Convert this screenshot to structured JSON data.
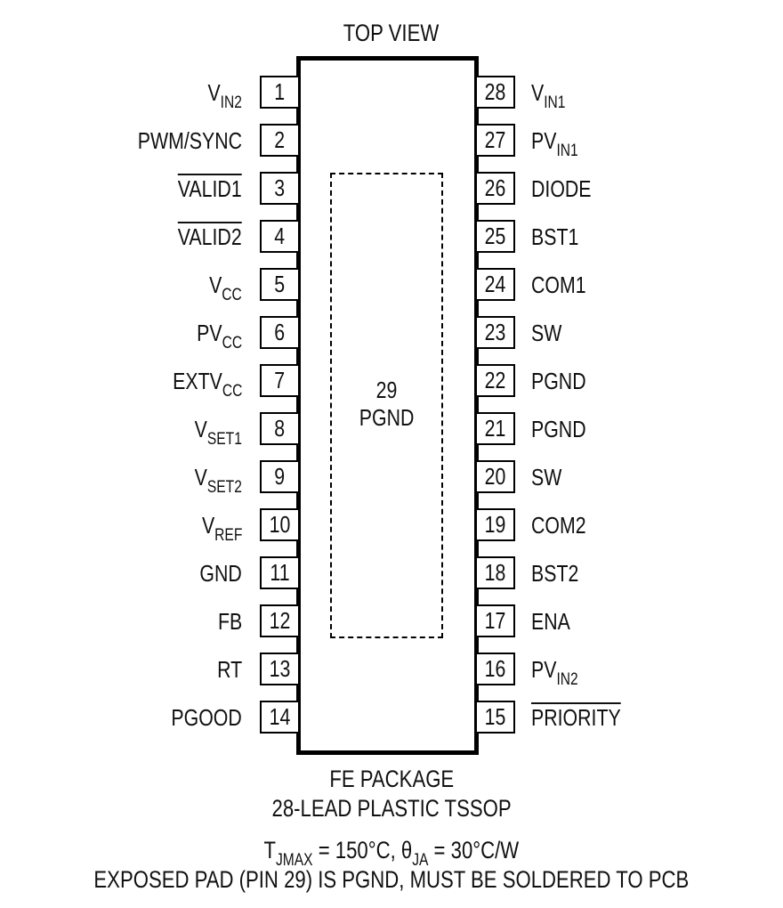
{
  "title": "TOP VIEW",
  "exposed_pad": {
    "number": "29",
    "name": "PGND"
  },
  "pins_left": [
    {
      "num": "1",
      "name": "V",
      "sub": "IN2",
      "overline": false
    },
    {
      "num": "2",
      "name": "PWM/SYNC",
      "sub": "",
      "overline": false
    },
    {
      "num": "3",
      "name": "VALID1",
      "sub": "",
      "overline": true
    },
    {
      "num": "4",
      "name": "VALID2",
      "sub": "",
      "overline": true
    },
    {
      "num": "5",
      "name": "V",
      "sub": "CC",
      "overline": false
    },
    {
      "num": "6",
      "name": "PV",
      "sub": "CC",
      "overline": false
    },
    {
      "num": "7",
      "name": "EXTV",
      "sub": "CC",
      "overline": false
    },
    {
      "num": "8",
      "name": "V",
      "sub": "SET1",
      "overline": false
    },
    {
      "num": "9",
      "name": "V",
      "sub": "SET2",
      "overline": false
    },
    {
      "num": "10",
      "name": "V",
      "sub": "REF",
      "overline": false
    },
    {
      "num": "11",
      "name": "GND",
      "sub": "",
      "overline": false
    },
    {
      "num": "12",
      "name": "FB",
      "sub": "",
      "overline": false
    },
    {
      "num": "13",
      "name": "RT",
      "sub": "",
      "overline": false
    },
    {
      "num": "14",
      "name": "PGOOD",
      "sub": "",
      "overline": false
    }
  ],
  "pins_right": [
    {
      "num": "28",
      "name": "V",
      "sub": "IN1",
      "overline": false
    },
    {
      "num": "27",
      "name": "PV",
      "sub": "IN1",
      "overline": false
    },
    {
      "num": "26",
      "name": "DIODE",
      "sub": "",
      "overline": false
    },
    {
      "num": "25",
      "name": "BST1",
      "sub": "",
      "overline": false
    },
    {
      "num": "24",
      "name": "COM1",
      "sub": "",
      "overline": false
    },
    {
      "num": "23",
      "name": "SW",
      "sub": "",
      "overline": false
    },
    {
      "num": "22",
      "name": "PGND",
      "sub": "",
      "overline": false
    },
    {
      "num": "21",
      "name": "PGND",
      "sub": "",
      "overline": false
    },
    {
      "num": "20",
      "name": "SW",
      "sub": "",
      "overline": false
    },
    {
      "num": "19",
      "name": "COM2",
      "sub": "",
      "overline": false
    },
    {
      "num": "18",
      "name": "BST2",
      "sub": "",
      "overline": false
    },
    {
      "num": "17",
      "name": "ENA",
      "sub": "",
      "overline": false
    },
    {
      "num": "16",
      "name": "PV",
      "sub": "IN2",
      "overline": false
    },
    {
      "num": "15",
      "name": "PRIORITY",
      "sub": "",
      "overline": true
    }
  ],
  "footer": {
    "package": "FE PACKAGE",
    "package_desc": "28-LEAD PLASTIC TSSOP",
    "thermal": {
      "t": "T",
      "t_sub": "JMAX",
      "t_val": " = 150°C, ",
      "theta": "θ",
      "theta_sub": "JA",
      "theta_val": " = 30°C/W"
    },
    "note": "EXPOSED PAD (PIN 29) IS PGND, MUST BE SOLDERED TO PCB"
  }
}
